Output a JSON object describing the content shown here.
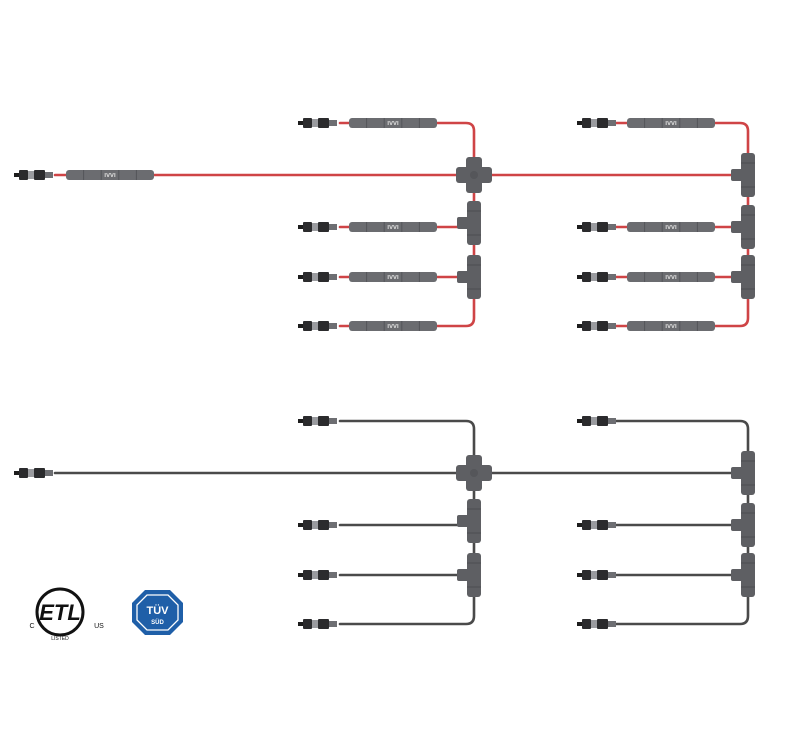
{
  "colors": {
    "red_cable": "#cf4446",
    "black_cable": "#4a4a4a",
    "fuse_body": "#6b6c70",
    "connector_dark": "#2b2b2d",
    "connector_mid": "#6d6e72",
    "branch_body": "#5e5f63",
    "tuv_blue": "#1f5fa8"
  },
  "assemblies": [
    {
      "id": "red-fused",
      "color": "red_cable",
      "fused": true
    },
    {
      "id": "black-plain",
      "color": "black_cable",
      "fused": false
    }
  ],
  "fuse_label": "IVVI",
  "logos": {
    "etl": {
      "main": "ETL",
      "left": "C",
      "right": "US",
      "bottom": "LISTED"
    },
    "tuv": {
      "main": "TÜV",
      "sub": "SÜD"
    }
  }
}
